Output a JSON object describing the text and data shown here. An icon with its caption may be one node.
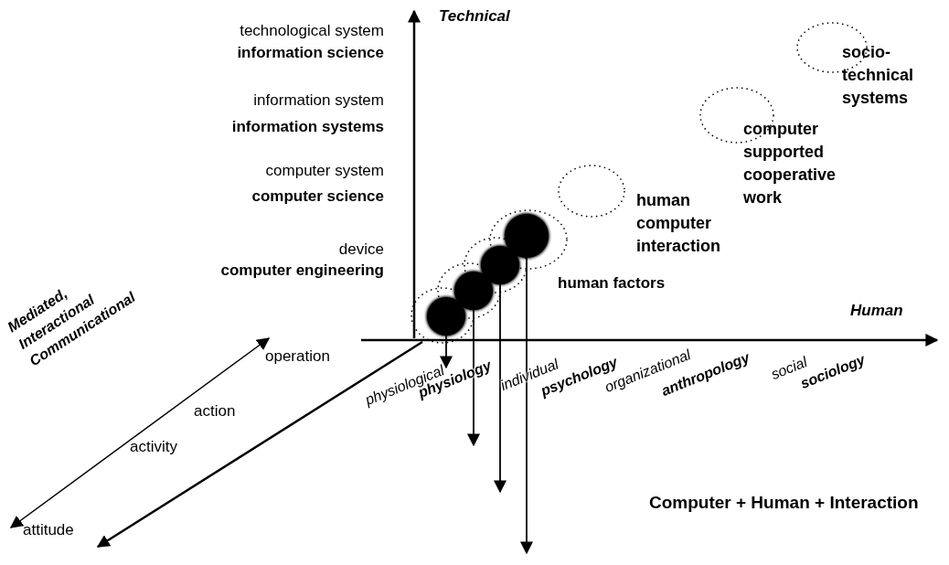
{
  "diagram": {
    "nodes": [
      {
        "text": [
          "human computer interaction"
        ]
      },
      {
        "text": [
          "computer supported cooperative work"
        ]
      },
      {
        "text": [
          "socio-technical systems"
        ]
      },
      {
        "text": [],
        "shape": "circle"
      },
      {
        "text": [],
        "shape": "circle"
      },
      {
        "text": [],
        "shape": "circle"
      },
      {
        "text": [],
        "shape": "circle"
      },
      {
        "text": [
          "physiological"
        ]
      }
    ],
    "edges": [
      {
        "from": 3,
        "to": 7,
        "arrow": "to"
      },
      {
        "from": 4,
        "to": null,
        "arrow": "to"
      },
      {
        "from": 5,
        "to": null,
        "arrow": "to"
      },
      {
        "from": 6,
        "to": null,
        "arrow": "to"
      }
    ],
    "labels": [
      "Technical",
      "technological system",
      "information science",
      "information system",
      "information systems",
      "computer system",
      "computer science",
      "device",
      "computer engineering",
      "human factors",
      "Human",
      "Mediated, Interactional Communicational",
      "operation",
      "physiology",
      "individual",
      "psychology",
      "organizational",
      "anthropology",
      "social",
      "sociology",
      "action",
      "activity",
      "Computer + Human + Interaction",
      "attitude"
    ]
  }
}
